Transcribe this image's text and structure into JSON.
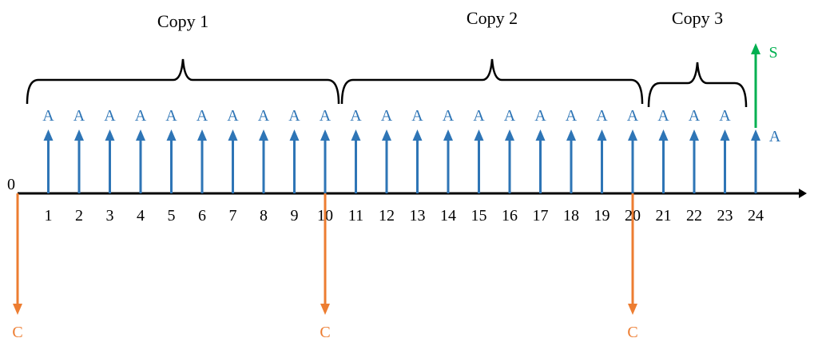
{
  "timeline": {
    "origin_label": "0",
    "period_labels": [
      "1",
      "2",
      "3",
      "4",
      "5",
      "6",
      "7",
      "8",
      "9",
      "10",
      "11",
      "12",
      "13",
      "14",
      "15",
      "16",
      "17",
      "18",
      "19",
      "20",
      "21",
      "22",
      "23",
      "24"
    ]
  },
  "annuity": {
    "label": "A",
    "color": "#2e75b6",
    "periods": [
      1,
      2,
      3,
      4,
      5,
      6,
      7,
      8,
      9,
      10,
      11,
      12,
      13,
      14,
      15,
      16,
      17,
      18,
      19,
      20,
      21,
      22,
      23,
      24
    ]
  },
  "costs": {
    "label": "C",
    "color": "#ed7d31",
    "periods": [
      0,
      10,
      20
    ]
  },
  "salvage": {
    "label": "S",
    "color": "#00b050",
    "period": 24
  },
  "copies": [
    {
      "label": "Copy 1",
      "from": 0,
      "to": 10
    },
    {
      "label": "Copy 2",
      "from": 10,
      "to": 20
    },
    {
      "label": "Copy 3",
      "from": 20,
      "to": 23
    }
  ],
  "axis_color": "#000000"
}
